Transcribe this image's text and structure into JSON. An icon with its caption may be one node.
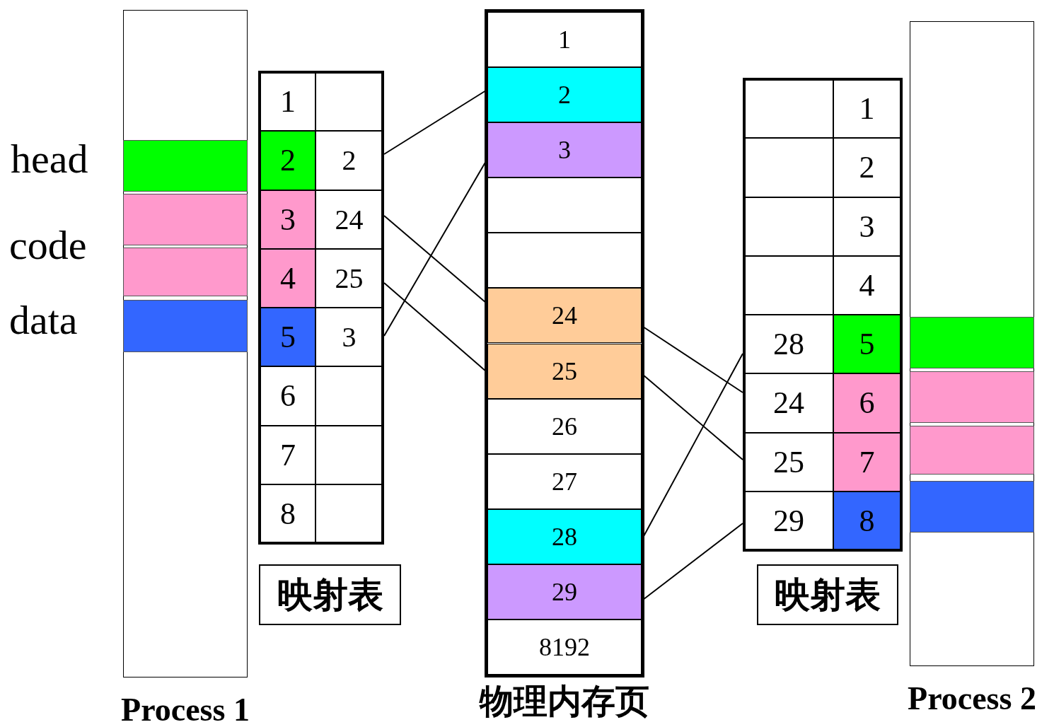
{
  "diagram": {
    "nodes": [
      {
        "text": [
          "Process 1"
        ]
      },
      {
        "text": [],
        "shape": "bar",
        "in": 0
      },
      {
        "text": [],
        "shape": "bar",
        "in": 0
      },
      {
        "text": [],
        "shape": "bar",
        "in": 0
      },
      {
        "text": [],
        "shape": "bar",
        "in": 0
      },
      {
        "text": [
          "1"
        ]
      },
      {
        "text": [],
        "shape": "box"
      },
      {
        "text": [
          "2"
        ]
      },
      {
        "text": [
          "2"
        ]
      },
      {
        "text": [
          "3"
        ]
      },
      {
        "text": [
          "24"
        ]
      },
      {
        "text": [
          "4"
        ]
      },
      {
        "text": [
          "25"
        ]
      },
      {
        "text": [
          "5"
        ]
      },
      {
        "text": [
          "3"
        ]
      },
      {
        "text": [
          "6"
        ]
      },
      {
        "text": [],
        "shape": "box"
      },
      {
        "text": [
          "7"
        ]
      },
      {
        "text": [],
        "shape": "box"
      },
      {
        "text": [
          "8"
        ]
      },
      {
        "text": [],
        "shape": "box"
      },
      {
        "text": [
          "映射表"
        ]
      },
      {
        "text": [
          "物理内存页"
        ]
      },
      {
        "text": [
          "1"
        ],
        "in": 22
      },
      {
        "text": [
          "2"
        ],
        "in": 22
      },
      {
        "text": [
          "3"
        ],
        "in": 22
      },
      {
        "text": [],
        "shape": "box",
        "in": 22
      },
      {
        "text": [],
        "shape": "box",
        "in": 22
      },
      {
        "text": [
          "24"
        ],
        "in": 22
      },
      {
        "text": [
          "25"
        ],
        "in": 22
      },
      {
        "text": [
          "26"
        ],
        "in": 22
      },
      {
        "text": [
          "27"
        ],
        "in": 22
      },
      {
        "text": [
          "28"
        ],
        "in": 22
      },
      {
        "text": [
          "29"
        ],
        "in": 22
      },
      {
        "text": [
          "8192"
        ],
        "in": 22
      },
      {
        "text": [],
        "shape": "box"
      },
      {
        "text": [
          "1"
        ]
      },
      {
        "text": [],
        "shape": "box"
      },
      {
        "text": [
          "2"
        ]
      },
      {
        "text": [],
        "shape": "box"
      },
      {
        "text": [
          "3"
        ]
      },
      {
        "text": [],
        "shape": "box"
      },
      {
        "text": [
          "4"
        ]
      },
      {
        "text": [
          "28"
        ]
      },
      {
        "text": [
          "5"
        ]
      },
      {
        "text": [
          "24"
        ]
      },
      {
        "text": [
          "6"
        ]
      },
      {
        "text": [
          "25"
        ]
      },
      {
        "text": [
          "7"
        ]
      },
      {
        "text": [
          "29"
        ]
      },
      {
        "text": [
          "8"
        ]
      },
      {
        "text": [
          "映射表"
        ]
      },
      {
        "text": [
          "Process 2"
        ]
      },
      {
        "text": [],
        "shape": "bar",
        "in": 52
      },
      {
        "text": [],
        "shape": "bar",
        "in": 52
      },
      {
        "text": [],
        "shape": "bar",
        "in": 52
      },
      {
        "text": [],
        "shape": "bar",
        "in": 52
      }
    ],
    "edges": [
      {
        "from": 8,
        "to": 24,
        "arrow": "none"
      },
      {
        "from": 10,
        "to": 28,
        "arrow": "none"
      },
      {
        "from": 12,
        "to": 29,
        "arrow": "none"
      },
      {
        "from": 14,
        "to": 25,
        "arrow": "none"
      },
      {
        "from": 28,
        "to": 45,
        "arrow": "none"
      },
      {
        "from": 29,
        "to": 47,
        "arrow": "none"
      },
      {
        "from": 32,
        "to": 43,
        "arrow": "none"
      },
      {
        "from": 33,
        "to": 49,
        "arrow": "none"
      }
    ],
    "labels": [
      "head",
      "code",
      "data"
    ]
  }
}
